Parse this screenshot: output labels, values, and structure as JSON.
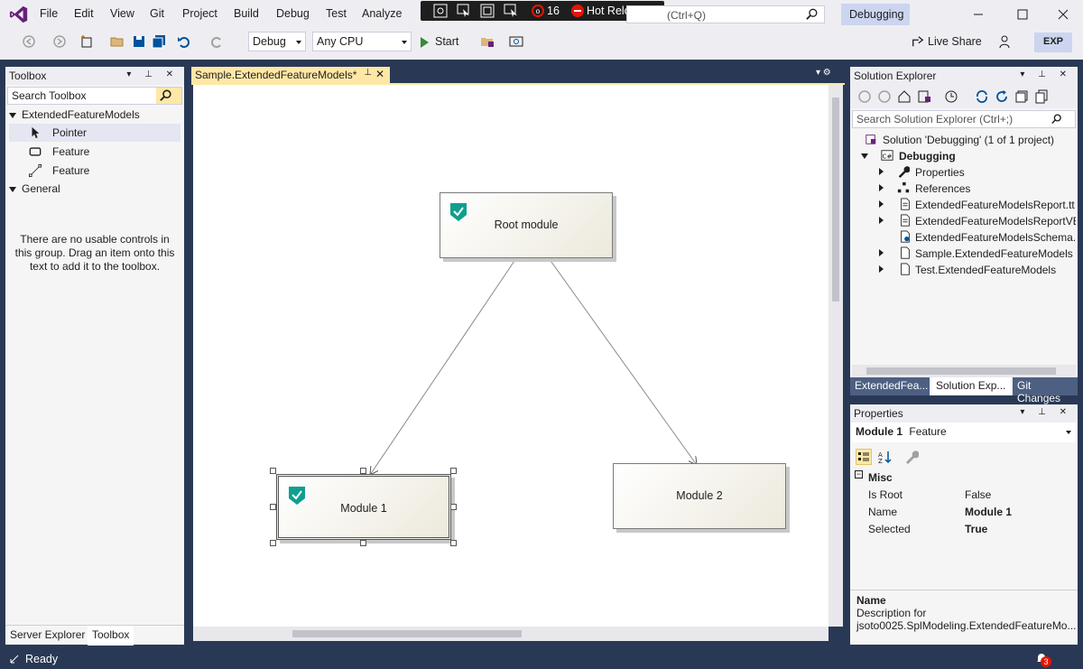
{
  "menu": {
    "items": [
      "File",
      "Edit",
      "View",
      "Git",
      "Project",
      "Build",
      "Debug",
      "Test",
      "Analyze"
    ],
    "search_placeholder": "(Ctrl+Q)",
    "config_title": "Debugging"
  },
  "debug_toolbar": {
    "hot_reload_count": "16",
    "hot_reload_label": "Hot Reload"
  },
  "toolbar": {
    "configuration": "Debug",
    "platform": "Any CPU",
    "start_label": "Start",
    "live_share": "Live Share",
    "exp_badge": "EXP"
  },
  "toolbox": {
    "title": "Toolbox",
    "search_placeholder": "Search Toolbox",
    "groups": [
      {
        "label": "ExtendedFeatureModels"
      },
      {
        "label": "General"
      }
    ],
    "items": [
      {
        "label": "Pointer"
      },
      {
        "label": "Feature"
      },
      {
        "label": "Feature"
      }
    ],
    "empty_message": "There are no usable controls in this group. Drag an item onto this text to add it to the toolbox.",
    "bottom_tabs": [
      "Server Explorer",
      "Toolbox"
    ]
  },
  "document": {
    "tab_title": "Sample.ExtendedFeatureModels*",
    "nodes": {
      "root": "Root module",
      "module1": "Module 1",
      "module2": "Module 2"
    }
  },
  "solution_explorer": {
    "title": "Solution Explorer",
    "search_placeholder": "Search Solution Explorer (Ctrl+;)",
    "rows": [
      "Solution 'Debugging' (1 of 1 project)",
      "Debugging",
      "Properties",
      "References",
      "ExtendedFeatureModelsReport.tt",
      "ExtendedFeatureModelsReportVB.tt",
      "ExtendedFeatureModelsSchema.xsd",
      "Sample.ExtendedFeatureModels",
      "Test.ExtendedFeatureModels"
    ],
    "bottom_tabs": [
      "ExtendedFea...",
      "Solution Exp...",
      "Git Changes"
    ]
  },
  "properties": {
    "title": "Properties",
    "object_name": "Module 1",
    "object_type": "Feature",
    "category": "Misc",
    "rows": [
      {
        "name": "Is Root",
        "value": "False",
        "bold": false
      },
      {
        "name": "Name",
        "value": "Module 1",
        "bold": true
      },
      {
        "name": "Selected",
        "value": "True",
        "bold": true
      }
    ],
    "desc_title": "Name",
    "desc_text1": "Description for",
    "desc_text2": "jsoto0025.SplModeling.ExtendedFeatureMo..."
  },
  "status": {
    "text": "Ready",
    "notification_count": "3"
  },
  "colors": {
    "accent": "#293955",
    "active_tab": "#ffe8a6",
    "vs_purple": "#68217a",
    "shield_teal": "#0f9f8f"
  }
}
